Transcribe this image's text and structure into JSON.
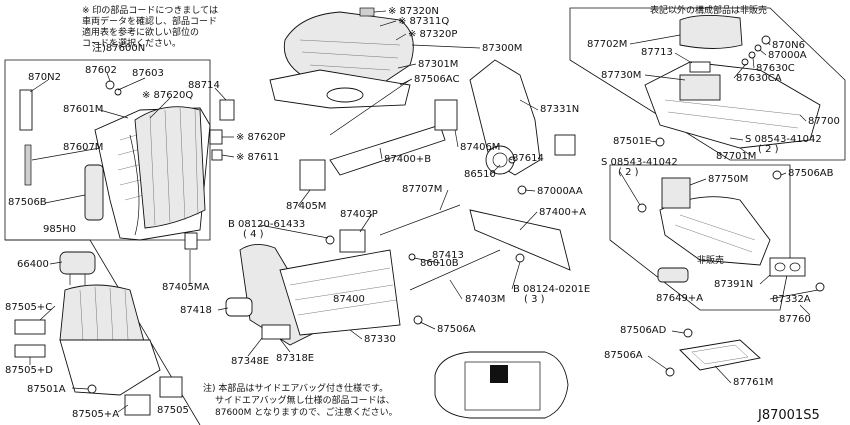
{
  "notes": {
    "top_left": [
      "※ 印の部品コードにつきましては",
      "車両データを確認し、部品コード",
      "適用表を参考に欲しい部位の",
      "コードを選択ください。"
    ],
    "top_left_ref": "注)87600N",
    "top_right": "表記以外の構成部品は非販売",
    "bottom": [
      "注) 本部品はサイドエアバッグ付き仕様です。",
      "サイドエアバッグ無し仕様の部品コードは、",
      "87600M となりますので、ご注意ください。"
    ],
    "hanbai": "非販売",
    "diagram_id": "J87001S5"
  },
  "labels": {
    "p87320N": "※ 87320N",
    "p87311Q": "※ 87311Q",
    "p87320P": "※ 87320P",
    "p87300M": "87300M",
    "p87301M": "87301M",
    "p87506AC": "87506AC",
    "p870N2": "870N2",
    "p87602": "87602",
    "p87603": "87603",
    "p87620Q": "※ 87620Q",
    "p88714": "88714",
    "p87601M": "87601M",
    "p87607M": "87607M",
    "p87620P": "※ 87620P",
    "p87611": "※ 87611",
    "p87506B": "87506B",
    "p985H0": "985H0",
    "p87405MA": "87405MA",
    "p66400": "66400",
    "p87505C": "87505+C",
    "p87505D": "87505+D",
    "p87501A": "87501A",
    "p87505A": "87505+A",
    "p87505": "87505",
    "p87406M": "87406M",
    "p87331N": "87331N",
    "p87614": "87614",
    "p86510": "86510",
    "p87000AA": "87000AA",
    "p87400B": "87400+B",
    "p87405M": "87405M",
    "p87707M": "87707M",
    "p87403P": "87403P",
    "pB08120": "B 08120-61433",
    "pB08120q": "( 4 )",
    "p87400A": "87400+A",
    "p86010B": "86010B",
    "p87413": "87413",
    "p87403M": "87403M",
    "pB08124": "B 08124-0201E",
    "pB08124q": "( 3 )",
    "p87400": "87400",
    "p87418": "87418",
    "p87506A_c": "87506A",
    "p87330": "87330",
    "p87348E": "87348E",
    "p87318E": "87318E",
    "p87702M": "87702M",
    "p87713": "87713",
    "p870N6": "870N6",
    "p87000A": "87000A",
    "p87630C": "87630C",
    "p87630CA": "87630CA",
    "p87730M": "87730M",
    "p87700": "87700",
    "p87501E": "87501E",
    "pS08543a": "S 08543-41042",
    "pS08543aq": "( 2 )",
    "p87701M": "87701M",
    "pS08543b": "S 08543-41042",
    "pS08543bq": "( 2 )",
    "p87750M": "87750M",
    "p87506AB": "87506AB",
    "p87391N": "87391N",
    "p87649A": "87649+A",
    "p87332A": "87332A",
    "p87760": "87760",
    "p87506AD": "87506AD",
    "p87506A_r": "87506A",
    "p87761M": "87761M"
  }
}
